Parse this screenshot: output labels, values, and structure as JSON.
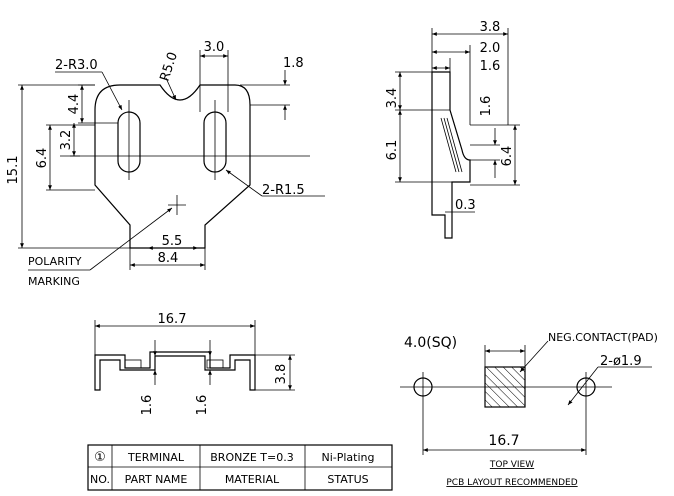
{
  "top_view": {
    "labels": {
      "r_small": "2-R3.0",
      "r_notch": "R5.0",
      "r_slot": "2-R1.5",
      "polarity_1": "POLARITY",
      "polarity_2": "MARKING"
    },
    "dims": {
      "w_3_0": "3.0",
      "h_1_8": "1.8",
      "h_4_4": "4.4",
      "h_3_2": "3.2",
      "h_6_4": "6.4",
      "h_15_1": "15.1",
      "w_5_5": "5.5",
      "w_8_4": "8.4"
    }
  },
  "side_view": {
    "dims": {
      "w_3_8": "3.8",
      "w_2_0": "2.0",
      "w_1_6": "1.6",
      "h_3_4": "3.4",
      "h_1_6": "1.6",
      "h_6_1": "6.1",
      "h_6_4": "6.4",
      "t_0_3": "0.3"
    }
  },
  "front_view": {
    "dims": {
      "w_16_7": "16.7",
      "h_3_8": "3.8",
      "h_1_6_left": "1.6",
      "h_1_6_right": "1.6"
    }
  },
  "pcb_layout": {
    "pad_size": "4.0(SQ)",
    "neg_contact": "NEG.CONTACT(PAD)",
    "holes": "2-ø1.9",
    "span": "16.7",
    "caption_1": "TOP VIEW",
    "caption_2": "PCB LAYOUT RECOMMENDED"
  },
  "parts_table": {
    "rows": [
      [
        "①",
        "TERMINAL",
        "BRONZE T=0.3",
        "Ni-Plating"
      ],
      [
        "NO.",
        "PART NAME",
        "MATERIAL",
        "STATUS"
      ]
    ]
  }
}
